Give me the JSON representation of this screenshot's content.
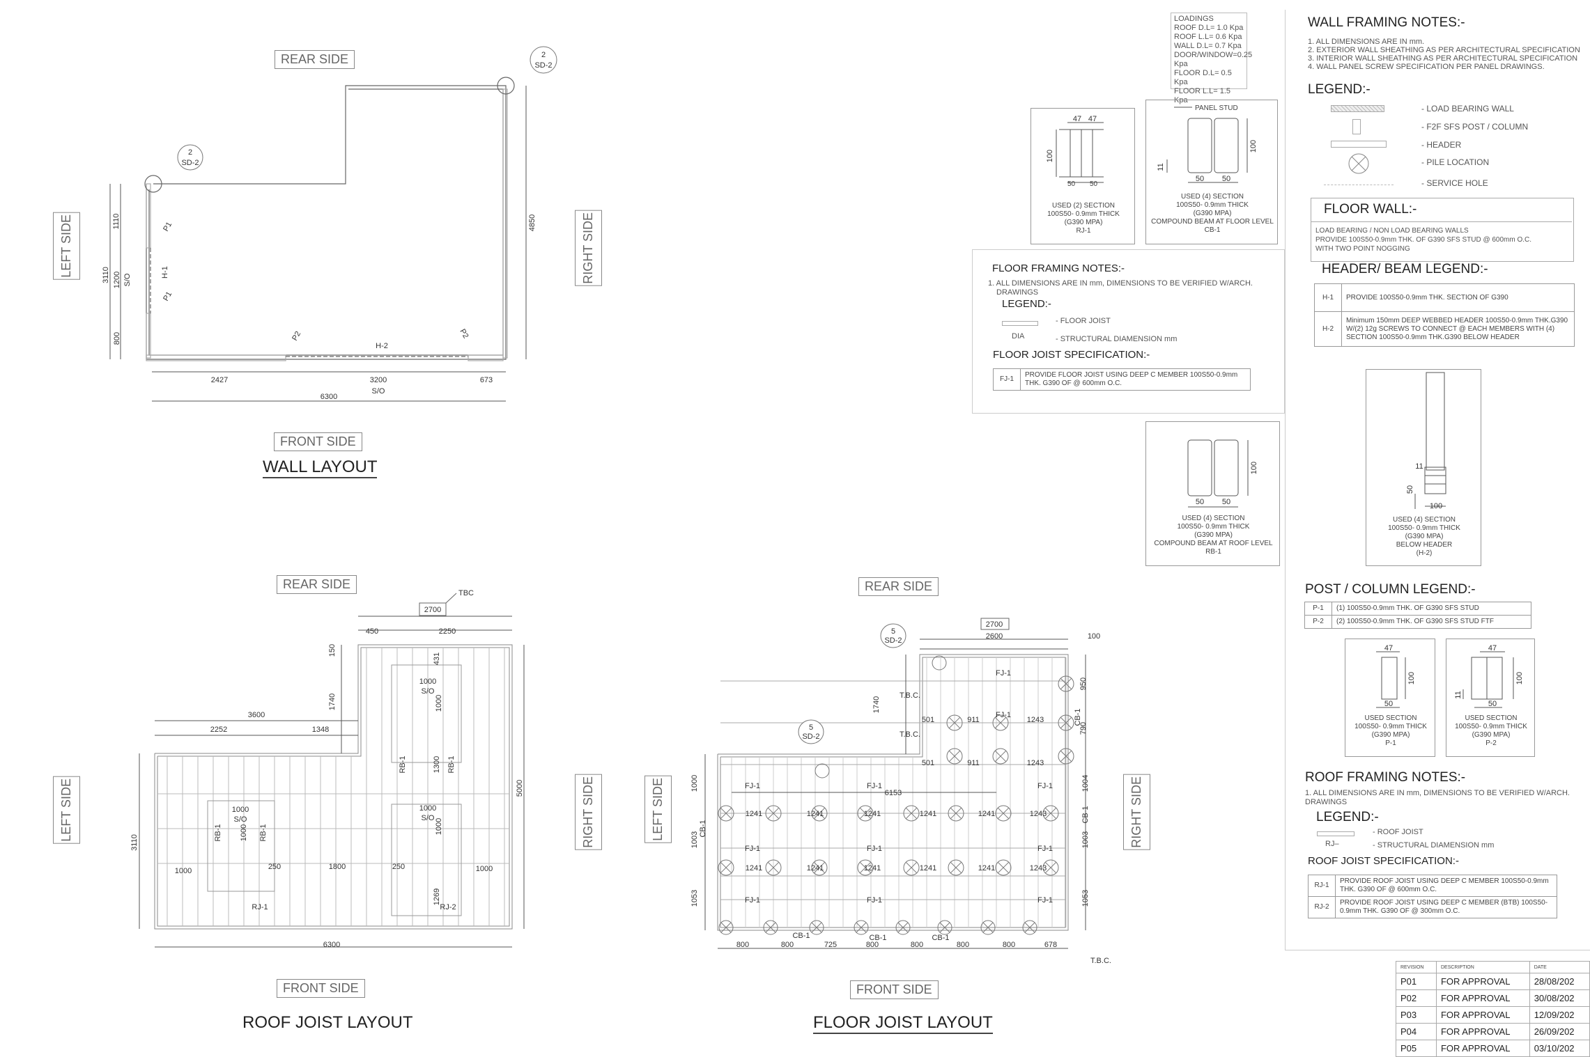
{
  "wall_layout": {
    "title": "WALL LAYOUT",
    "rear": "REAR SIDE",
    "front": "FRONT SIDE",
    "left": "LEFT SIDE",
    "right": "RIGHT SIDE",
    "sd_top": [
      "2",
      "SD-2"
    ],
    "sd_left": [
      "2",
      "SD-2"
    ],
    "dims": {
      "d1110": "1110",
      "d3110": "3110",
      "d1200": "1200",
      "so": "S/O",
      "d800": "800",
      "d4850": "4850",
      "d2427": "2427",
      "d3200": "3200",
      "so2": "S/O",
      "d673": "673",
      "d6300": "6300"
    },
    "marks": {
      "p1a": "P1",
      "p1b": "P1",
      "h1": "H-1",
      "p2a": "P2",
      "p2b": "P2",
      "h2": "H-2"
    }
  },
  "roof_layout": {
    "title": "ROOF JOIST LAYOUT",
    "rear": "REAR SIDE",
    "front": "FRONT SIDE",
    "left": "LEFT SIDE",
    "right": "RIGHT SIDE",
    "tbc": "TBC",
    "dims": {
      "d2700": "2700",
      "d450": "450",
      "d2250": "2250",
      "d150": "150",
      "d431": "431",
      "d1740": "1740",
      "d3600": "3600",
      "d2252": "2252",
      "d1348": "1348",
      "d1300": "1300",
      "d5000": "5000",
      "d3110": "3110",
      "d1000a": "1000",
      "d250a": "250",
      "d1800": "1800",
      "d250b": "250",
      "d1000b": "1000",
      "d1269": "1269",
      "d6300": "6300",
      "o1000a": "1000",
      "o1000b": "1000",
      "o1000c": "1000",
      "o1000d": "1000",
      "o1000e": "1000",
      "o1000f": "1000",
      "so": "S/O"
    },
    "marks": {
      "rb1a": "RB-1",
      "rb1b": "RB-1",
      "rb1c": "RB-1",
      "rb1d": "RB-1",
      "rj1": "RJ-1",
      "rj2": "RJ-2"
    }
  },
  "floor_layout": {
    "title": "FLOOR JOIST LAYOUT",
    "rear": "REAR SIDE",
    "front": "FRONT SIDE",
    "left": "LEFT SIDE",
    "right": "RIGHT SIDE",
    "sd_a": [
      "5",
      "SD-2"
    ],
    "sd_b": [
      "5",
      "SD-2"
    ],
    "tbc": "T.B.C.",
    "dims": {
      "d2700": "2700",
      "d2600": "2600",
      "d100": "100",
      "d950": "950",
      "d1740": "1740",
      "d501a": "501",
      "d911a": "911",
      "d1243a": "1243",
      "d790": "790",
      "d501b": "501",
      "d911b": "911",
      "d1243b": "1243",
      "d6153": "6153",
      "d1000": "1000",
      "d1004": "1004",
      "d1003a": "1003",
      "d1003b": "1003",
      "d1053a": "1053",
      "d1053b": "1053",
      "d1241": "1241",
      "d1243": "1243",
      "b800a": "800",
      "b800b": "800",
      "b725": "725",
      "b800c": "800",
      "b800d": "800",
      "b800e": "800",
      "b800f": "800",
      "b678": "678"
    },
    "marks": {
      "fj1": "FJ-1",
      "cb1": "CB-1"
    }
  },
  "loadings": {
    "lines": [
      "LOADINGS",
      "ROOF D.L= 1.0 Kpa",
      "ROOF L.L= 0.6 Kpa",
      "WALL D.L= 0.7 Kpa",
      "DOOR/WINDOW=0.25 Kpa",
      "FLOOR D.L= 0.5 Kpa",
      "FLOOR L.L= 1.5 Kpa"
    ]
  },
  "sections": {
    "rj1": {
      "dims": [
        "47",
        "47",
        "100",
        "50",
        "50"
      ],
      "caption": [
        "USED (2) SECTION",
        "100S50- 0.9mm THICK",
        "(G390 MPA)",
        "RJ-1"
      ]
    },
    "cb1": {
      "label": "PANEL STUD",
      "dims": [
        "100",
        "11",
        "50",
        "50"
      ],
      "caption": [
        "USED (4) SECTION",
        "100S50- 0.9mm THICK",
        "(G390 MPA)",
        "COMPOUND BEAM AT FLOOR LEVEL",
        "CB-1"
      ]
    },
    "rb1": {
      "dims": [
        "100",
        "50",
        "50"
      ],
      "caption": [
        "USED (4) SECTION",
        "100S50- 0.9mm THICK",
        "(G390 MPA)",
        "COMPOUND BEAM AT ROOF LEVEL",
        "RB-1"
      ]
    },
    "h2": {
      "dims": [
        "11",
        "50",
        "100"
      ],
      "caption": [
        "USED (4) SECTION",
        "100S50- 0.9mm THICK",
        "(G390 MPA)",
        "BELOW HEADER",
        "(H-2)"
      ]
    },
    "p1": {
      "dims": [
        "47",
        "100",
        "50"
      ],
      "caption": [
        "USED SECTION",
        "100S50- 0.9mm THICK",
        "(G390 MPA)",
        "P-1"
      ]
    },
    "p2": {
      "dims": [
        "47",
        "100",
        "11",
        "50"
      ],
      "caption": [
        "USED SECTION",
        "100S50- 0.9mm THICK",
        "(G390 MPA)",
        "P-2"
      ]
    }
  },
  "wall_notes": {
    "title": "WALL FRAMING NOTES:-",
    "lines": [
      "1. ALL DIMENSIONS ARE IN mm.",
      "2. EXTERIOR WALL SHEATHING AS PER ARCHITECTURAL SPECIFICATION",
      "3. INTERIOR WALL SHEATHING AS PER ARCHITECTURAL SPECIFICATION",
      "4. WALL PANEL SCREW SPECIFICATION PER PANEL DRAWINGS."
    ],
    "legend_title": "LEGEND:-",
    "legend": [
      "- LOAD BEARING WALL",
      "- F2F SFS POST / COLUMN",
      "- HEADER",
      "- PILE LOCATION",
      "- SERVICE HOLE"
    ]
  },
  "floor_wall": {
    "title": "FLOOR WALL:-",
    "lines": [
      "LOAD BEARING / NON LOAD BEARING WALLS",
      "PROVIDE 100S50-0.9mm THK. OF G390  SFS STUD  @ 600mm O.C.",
      "WITH TWO POINT NOGGING"
    ]
  },
  "header_beam": {
    "title": "HEADER/  BEAM LEGEND:-",
    "rows": [
      {
        "code": "H-1",
        "text": "PROVIDE 100S50-0.9mm THK. SECTION OF G390"
      },
      {
        "code": "H-2",
        "text": "Minimum 150mm DEEP WEBBED HEADER 100S50-0.9mm THK.G390 W/(2) 12g SCREWS TO CONNECT @ EACH MEMBERS WITH (4) SECTION 100S50-0.9mm THK.G390  BELOW HEADER"
      }
    ]
  },
  "floor_notes": {
    "title": "FLOOR FRAMING NOTES:-",
    "line1": "1. ALL DIMENSIONS ARE IN mm, DIMENSIONS TO BE VERIFIED W/ARCH.",
    "line2": "DRAWINGS",
    "legend_title": "LEGEND:-",
    "legend1": "- FLOOR JOIST",
    "legend2": "- STRUCTURAL DIAMENSION mm",
    "dia": "DIA",
    "spec_title": "FLOOR JOIST  SPECIFICATION:-",
    "spec_code": "FJ-1",
    "spec_text": "PROVIDE FLOOR JOIST USING DEEP C MEMBER 100S50-0.9mm THK. G390 OF @ 600mm O.C."
  },
  "post_legend": {
    "title": "POST / COLUMN LEGEND:-",
    "rows": [
      {
        "code": "P-1",
        "text": "(1) 100S50-0.9mm THK. OF G390  SFS STUD"
      },
      {
        "code": "P-2",
        "text": "(2) 100S50-0.9mm THK. OF G390  SFS STUD FTF"
      }
    ]
  },
  "roof_notes": {
    "title": "ROOF FRAMING NOTES:-",
    "line1": "1. ALL DIMENSIONS ARE IN mm, DIMENSIONS TO BE VERIFIED W/ARCH.",
    "line2": "DRAWINGS",
    "legend_title": "LEGEND:-",
    "legend1": "- ROOF JOIST",
    "legend2": "- STRUCTURAL DIAMENSION mm",
    "rj": "RJ–",
    "spec_title": "ROOF JOIST  SPECIFICATION:-",
    "rows": [
      {
        "code": "RJ-1",
        "text": "PROVIDE  ROOF JOIST USING DEEP C MEMBER 100S50-0.9mm THK. G390 OF @ 600mm O.C."
      },
      {
        "code": "RJ-2",
        "text": "PROVIDE  ROOF JOIST USING DEEP C MEMBER (BTB) 100S50-0.9mm THK. G390 OF @ 300mm O.C."
      }
    ]
  },
  "revisions": {
    "headers": [
      "REVISION",
      "DESCRIPTION",
      "DATE"
    ],
    "rows": [
      [
        "P01",
        "FOR APPROVAL",
        "28/08/202"
      ],
      [
        "P02",
        "FOR APPROVAL",
        "30/08/202"
      ],
      [
        "P03",
        "FOR APPROVAL",
        "12/09/202"
      ],
      [
        "P04",
        "FOR APPROVAL",
        "26/09/202"
      ],
      [
        "P05",
        "FOR APPROVAL",
        "03/10/202"
      ]
    ]
  }
}
